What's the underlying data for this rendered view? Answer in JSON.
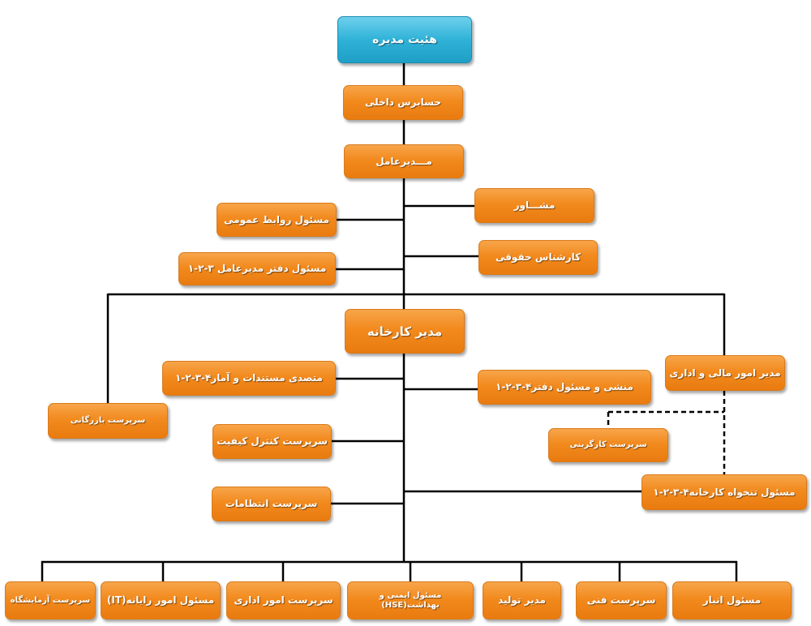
{
  "colors": {
    "box": "#f28a1e",
    "top_box": "#2fb2d8",
    "line": "#000000"
  },
  "nodes": {
    "board": "هئیت مدیره",
    "auditor": "حسابرس داخلی",
    "ceo": "مـــدیرعامل",
    "advisor": "مشـــاور",
    "pr": "مسئول روابط عمومی",
    "legal": "کارشناس حقوقی",
    "ceo_office": "مسئول دفتر مدیرعامل ۳-۲-۱",
    "factory_manager": "مدیر کارخانه",
    "finance": "مدیر امور مالی و اداری",
    "documents": "متصدی مستندات و آمار۴-۳-۲-۱",
    "secretary": "منشی و مسئول دفتر۴-۳-۲-۱",
    "commerce": "سرپرست بازرگانی",
    "qc": "سرپرست کنترل کیفیت",
    "recruitment": "سرپرست کارگزینی",
    "payroll": "مسئول تنخواه کارخانه۴-۳-۲-۱",
    "regulations": "سرپرست انتظامات",
    "lab": "سرپرست آزمایشگاه",
    "it": "مسئول امور رایانه(IT)",
    "admin": "سرپرست امور اداری",
    "hse": "مسئول ایمنی و بهداشت(HSE)",
    "production": "مدیر تولید",
    "technical": "سرپرست فنی",
    "warehouse": "مسئول انبار"
  }
}
